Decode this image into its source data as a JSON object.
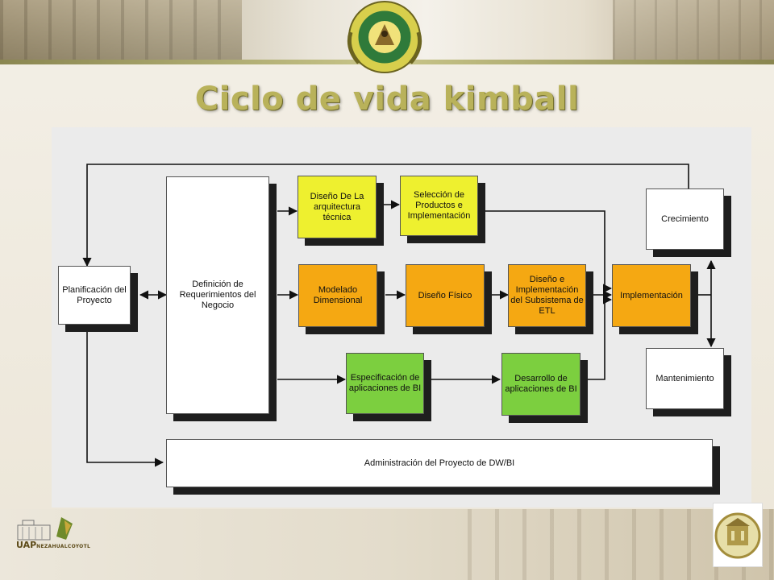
{
  "title": "Ciclo de vida kimball",
  "diagram": {
    "boxes": {
      "planificacion": "Planificación del Proyecto",
      "definicion": "Definición de Requerimientos del Negocio",
      "arquitectura": "Diseño De La arquitectura técnica",
      "seleccion": "Selección de Productos e Implementación",
      "modelado": "Modelado Dimensional",
      "diseno_fisico": "Diseño Físico",
      "etl": "Diseño e Implementación del Subsistema de ETL",
      "implementacion": "Implementación",
      "crecimiento": "Crecimiento",
      "mantenimiento": "Mantenimiento",
      "especificacion": "Especificación de aplicaciones de BI",
      "desarrollo": "Desarrollo de aplicaciones de BI",
      "administracion": "Administración del Proyecto de DW/BI"
    }
  },
  "footer": {
    "logo_left_text": "UAP",
    "logo_left_subtext": "NEZAHUALCOYOTL"
  },
  "colors": {
    "title": "#b9b25a",
    "yellow": "#eef02f",
    "orange": "#f5a812",
    "green": "#7ccf3f"
  }
}
